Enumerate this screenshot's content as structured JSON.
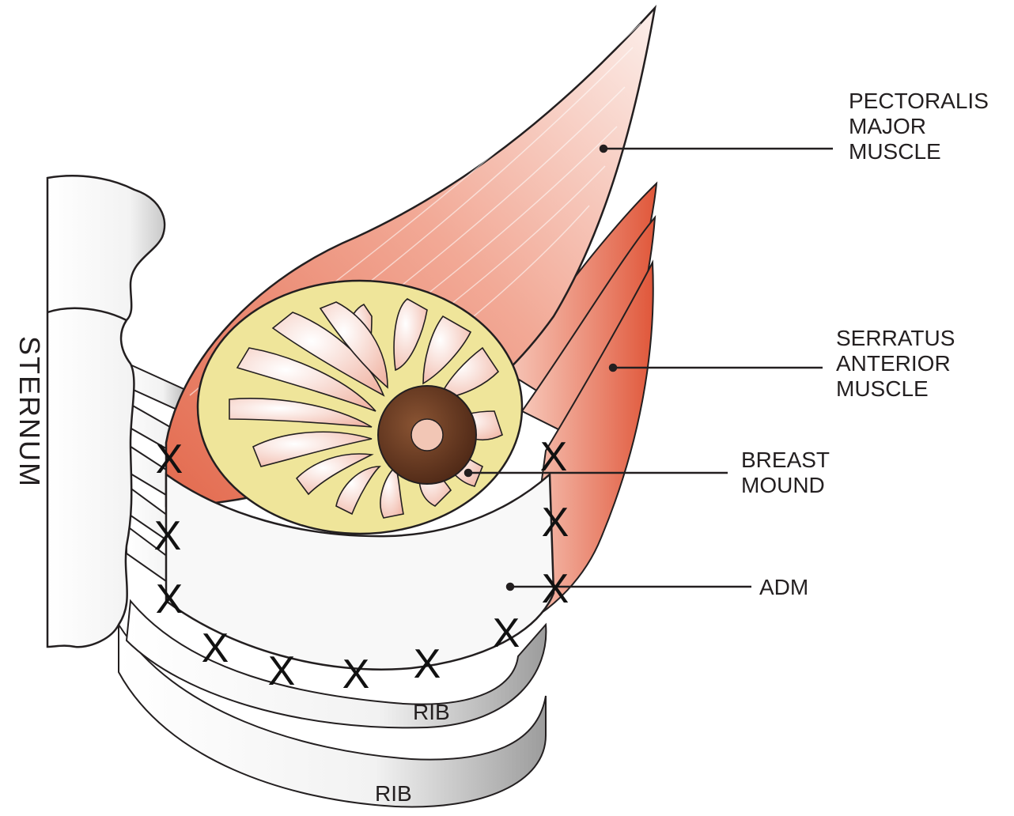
{
  "labels": {
    "sternum": "STERNUM",
    "pectoralis": [
      "PECTORALIS",
      "MAJOR",
      "MUSCLE"
    ],
    "serratus": [
      "SERRATUS",
      "ANTERIOR",
      "MUSCLE"
    ],
    "breast": [
      "BREAST",
      "MOUND"
    ],
    "adm": "ADM",
    "rib_upper": "RIB",
    "rib_lower": "RIB"
  },
  "suture_mark": "X",
  "colors": {
    "muscle": "#e8755a",
    "muscle_light": "#f7d3c9",
    "fat": "#efe59a",
    "lobule": "#f6cfc5",
    "areola": "#6b3b23",
    "nipple": "#f2c6b5",
    "bone": "#f0f0f0",
    "outline": "#231f20"
  }
}
